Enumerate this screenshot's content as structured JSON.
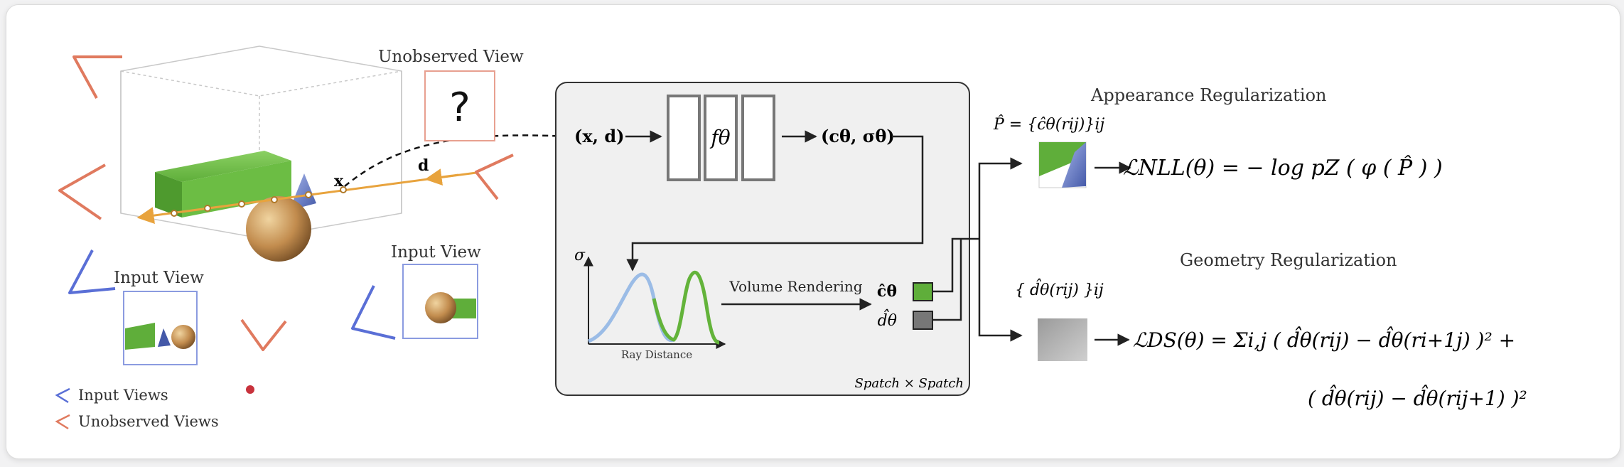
{
  "scene": {
    "unobserved_view_label": "Unobserved View",
    "unknown_glyph": "?",
    "input_view_label_left": "Input View",
    "input_view_label_right": "Input View",
    "point_x_label": "x",
    "direction_d_label": "d",
    "legend": [
      {
        "icon": "input-view-camera-icon",
        "label": "Input Views",
        "color": "#5a6fd6"
      },
      {
        "icon": "unobserved-view-camera-icon",
        "label": "Unobserved Views",
        "color": "#e07a5f"
      }
    ]
  },
  "mlp": {
    "input_label": "(x, d)",
    "network_label": "fθ",
    "output_label": "(cθ, σθ)"
  },
  "rendering": {
    "sigma_label": "σ",
    "ray_distance_label": "Ray Distance",
    "volume_rendering_label": "Volume Rendering",
    "color_output_label": "ĉθ",
    "depth_output_label": "d̂θ",
    "patch_label": "Spatch × Spatch"
  },
  "appearance": {
    "title": "Appearance Regularization",
    "patch_set_label": "P̂ = {ĉθ(rij)}ij",
    "loss_formula": "ℒNLL(θ) = − log pZ ( φ ( P̂ ) )"
  },
  "geometry": {
    "title": "Geometry Regularization",
    "patch_set_label": "{ d̂θ(rij) }ij",
    "loss_line1": "ℒDS(θ) = Σi,j ( d̂θ(rij) − d̂θ(ri+1j) )² +",
    "loss_line2": "( d̂θ(rij) − d̂θ(rij+1) )²"
  },
  "colors": {
    "input_camera": "#5a6fd6",
    "unobserved_camera": "#e07a5f",
    "ray": "#e8a33d",
    "panel_bg": "#f0f0f0",
    "green_box": "#5fae3a",
    "curve_blue": "#9bbce6",
    "curve_green": "#63b33a"
  }
}
